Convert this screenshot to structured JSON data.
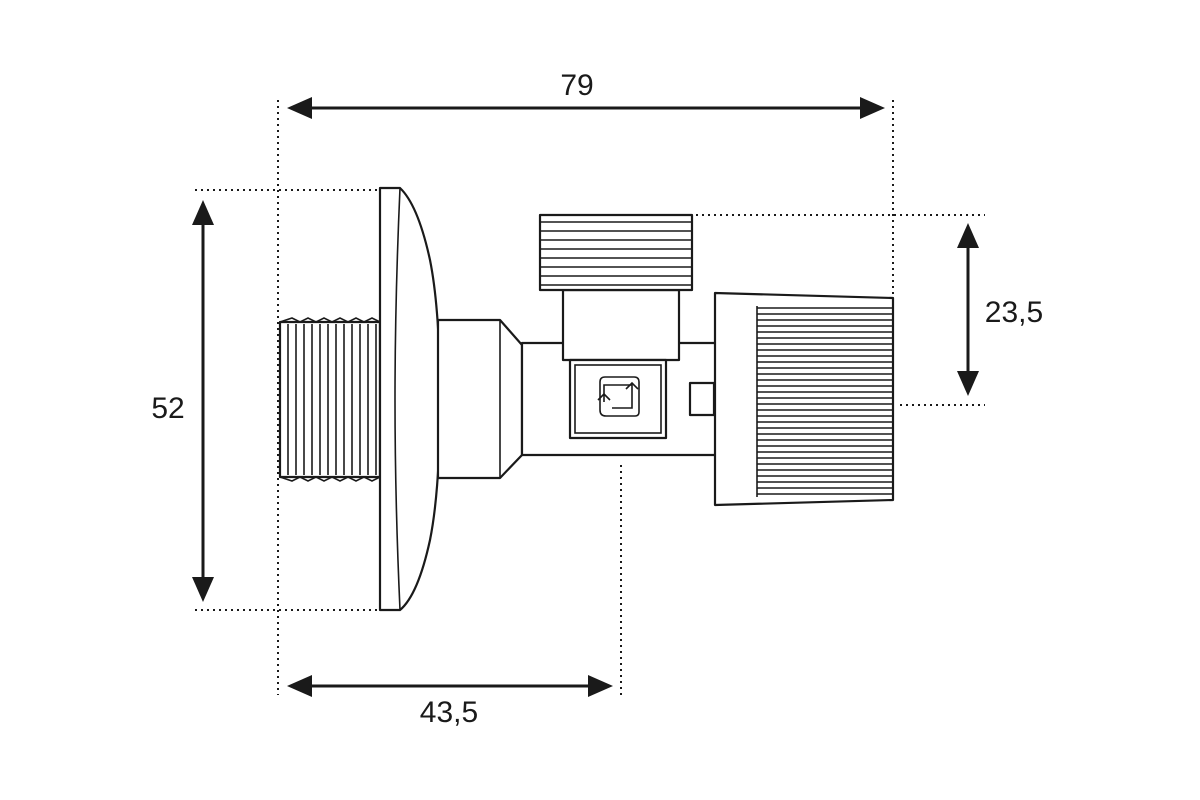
{
  "dimensions": {
    "overall_length": "79",
    "flange_height": "52",
    "outlet_offset": "23,5",
    "inlet_to_outlet_axis": "43,5"
  }
}
